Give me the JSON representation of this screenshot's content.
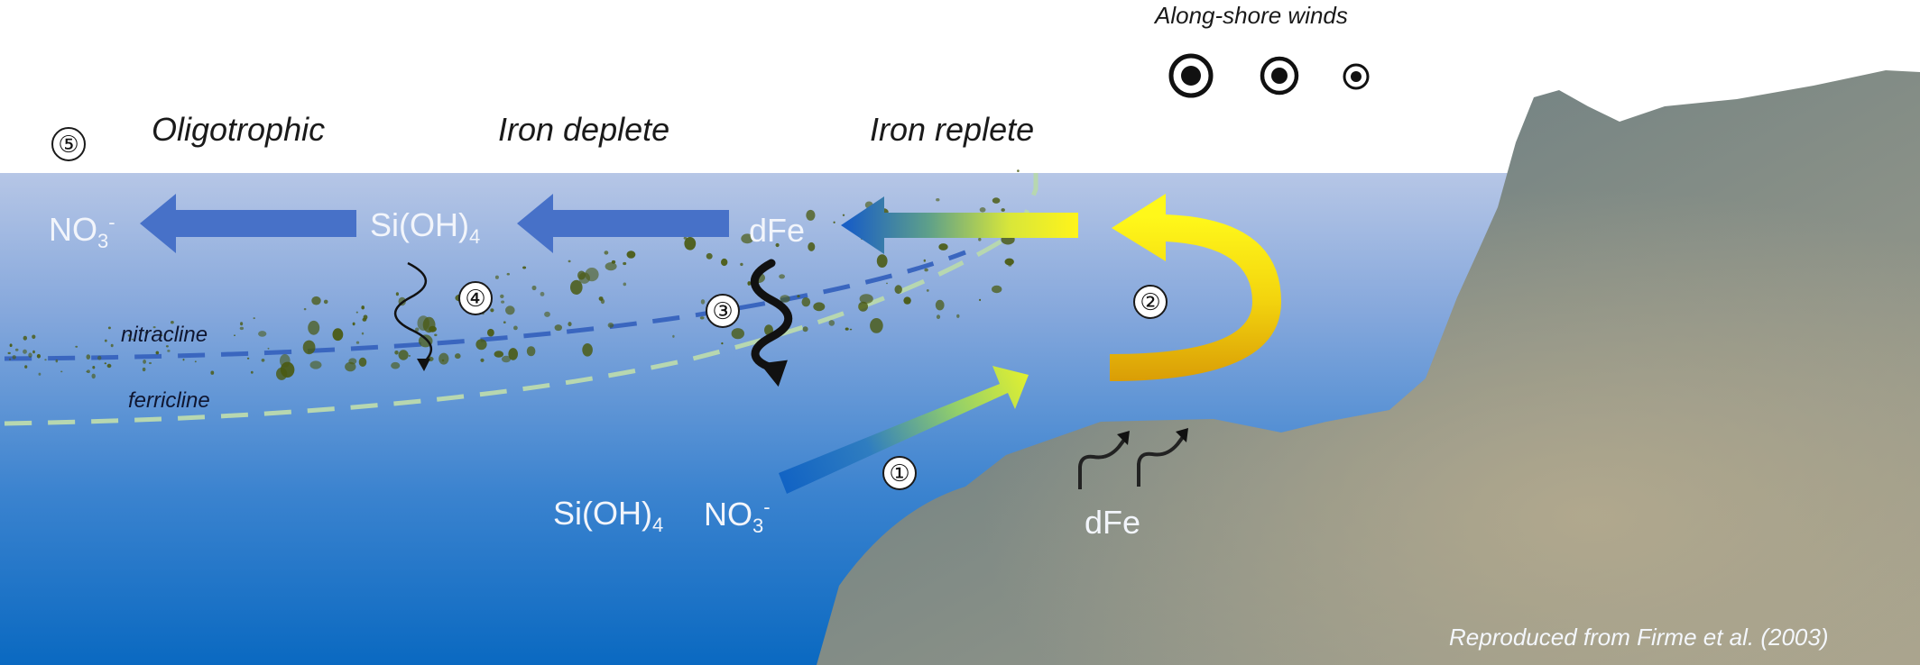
{
  "wind_label": "Along-shore winds",
  "zones": {
    "oligotrophic": "Oligotrophic",
    "iron_deplete": "Iron deplete",
    "iron_replete": "Iron replete"
  },
  "chemicals": {
    "nitrate_top": {
      "base": "NO",
      "sub": "3",
      "sup": "-"
    },
    "silicic_top": {
      "base": "Si(OH)",
      "sub": "4"
    },
    "dfe_top": "dFe",
    "silicic_bottom": {
      "base": "Si(OH)",
      "sub": "4"
    },
    "nitrate_bottom": {
      "base": "NO",
      "sub": "3",
      "sup": "-"
    },
    "dfe_shelf": "dFe"
  },
  "clines": {
    "nitracline": "nitracline",
    "ferricline": "ferricline"
  },
  "steps": [
    "①",
    "②",
    "③",
    "④",
    "⑤"
  ],
  "credit": "Reproduced from Firme et al. (2003)",
  "colors": {
    "ocean_top": "#a9bde2",
    "ocean_bottom": "#0b6cc3",
    "arrow_blue": "#4771c8",
    "arrow_yellow": "#ffef10",
    "arrow_orange": "#d9a20a",
    "nitracline": "#3a66bf",
    "ferricline": "#b7d7b0",
    "land": "#8e9688",
    "phytoplankton": "#4a5a12"
  }
}
